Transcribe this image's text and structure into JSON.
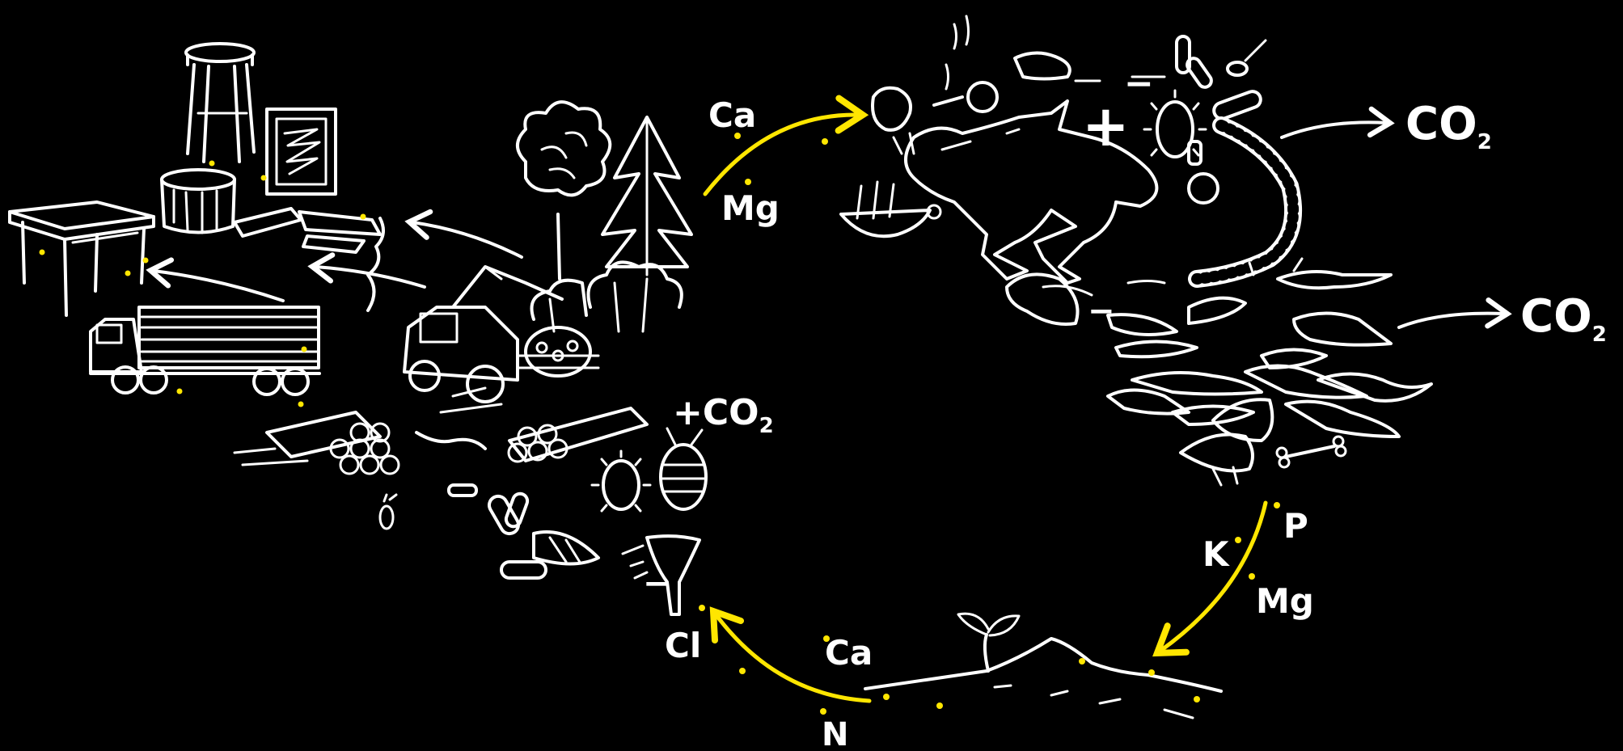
{
  "colors": {
    "background": "#000000",
    "line": "#ffffff",
    "accent": "#ffe600"
  },
  "labels": {
    "ca_top": "Ca",
    "mg_top": "Mg",
    "co2_upper": "CO",
    "co2_upper_sub": "2",
    "co2_right": "CO",
    "co2_right_sub": "2",
    "co2_plus": "+CO",
    "co2_plus_sub": "2",
    "p": "P",
    "k": "K",
    "mg_right": "Mg",
    "ca_bottom": "Ca",
    "cl": "Cl",
    "n": "N",
    "plus_sign": "+",
    "minus_sign": "−"
  },
  "icons": [
    "stool-icon",
    "picture-frame-icon",
    "table-icon",
    "stump-icon",
    "planks-icon",
    "log-truck-icon",
    "forest-harvester-icon",
    "log-pile-icon",
    "deciduous-tree-icon",
    "conifer-tree-icon",
    "shrubs-icon",
    "woodlouse-icon",
    "fungus-icon",
    "snail-shell-icon",
    "bacteria-icon",
    "earthworm-icon",
    "dead-animal-icon",
    "nest-icon",
    "leaf-litter-icon",
    "bone-icon",
    "seedling-icon",
    "soil-icon",
    "cycle-arrow-icon"
  ]
}
